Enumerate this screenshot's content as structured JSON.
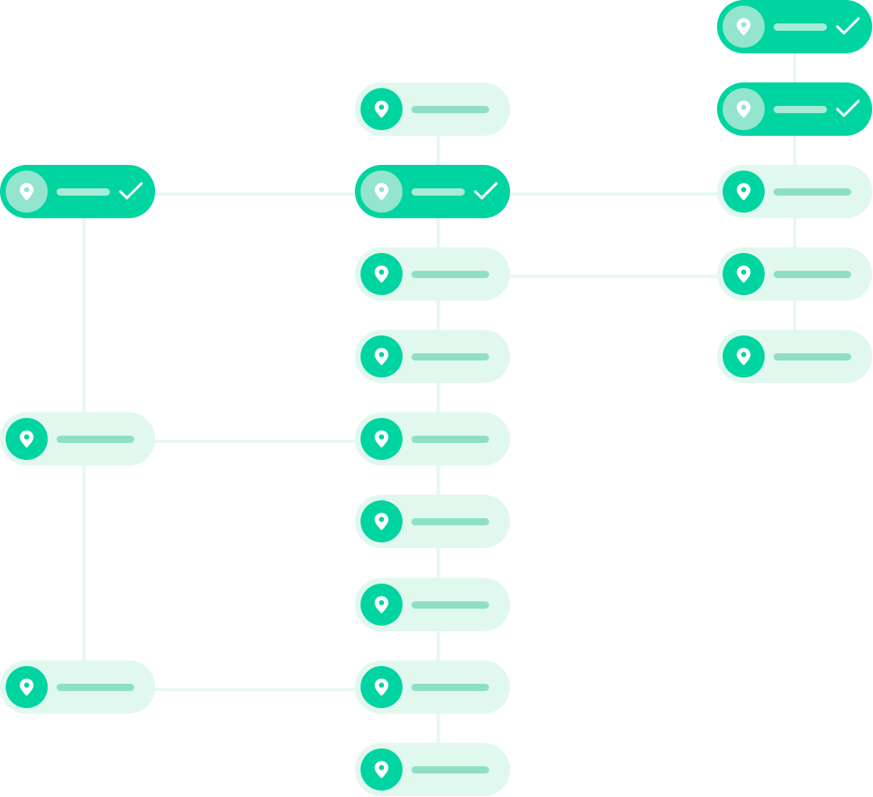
{
  "colors": {
    "accent": "#00d4a0",
    "node_fill": "#e1f8ef",
    "bar": "#8fdfc6",
    "connector": "#e6f8f1"
  },
  "icons": {
    "node_icon": "map-pin-icon",
    "status_icon": "check-icon"
  },
  "columns": [
    {
      "id": "col-1",
      "nodes": [
        {
          "id": "n1-1",
          "checked": true
        },
        {
          "id": "n1-2",
          "checked": false
        },
        {
          "id": "n1-3",
          "checked": false
        }
      ]
    },
    {
      "id": "col-2",
      "nodes": [
        {
          "id": "n2-1",
          "checked": false
        },
        {
          "id": "n2-2",
          "checked": true
        },
        {
          "id": "n2-3",
          "checked": false
        },
        {
          "id": "n2-4",
          "checked": false
        },
        {
          "id": "n2-5",
          "checked": false
        },
        {
          "id": "n2-6",
          "checked": false
        },
        {
          "id": "n2-7",
          "checked": false
        },
        {
          "id": "n2-8",
          "checked": false
        },
        {
          "id": "n2-9",
          "checked": false
        }
      ]
    },
    {
      "id": "col-3",
      "nodes": [
        {
          "id": "n3-1",
          "checked": true
        },
        {
          "id": "n3-2",
          "checked": true
        },
        {
          "id": "n3-3",
          "checked": false
        },
        {
          "id": "n3-4",
          "checked": false
        },
        {
          "id": "n3-5",
          "checked": false
        }
      ]
    }
  ],
  "edges": [
    [
      "n1-1",
      "n2-2"
    ],
    [
      "n1-2",
      "n2-5"
    ],
    [
      "n1-3",
      "n2-8"
    ],
    [
      "n2-2",
      "n3-3"
    ],
    [
      "n2-3",
      "n3-4"
    ]
  ]
}
